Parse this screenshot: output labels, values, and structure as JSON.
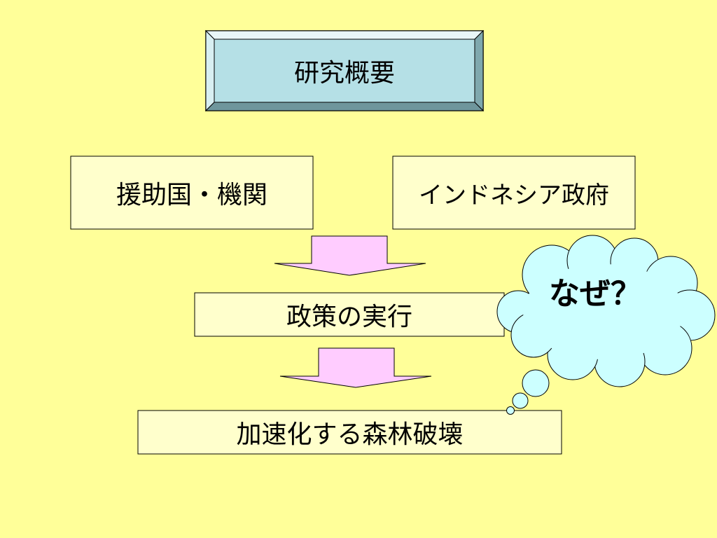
{
  "colors": {
    "background": "#ffff99",
    "box_fill": "#ffffcc",
    "title_fill": "#b5e0e6",
    "arrow_fill": "#ffccff",
    "cloud_fill": "#ccffff",
    "line": "#000000"
  },
  "title": "研究概要",
  "actors": {
    "left": "援助国・機関",
    "right": "インドネシア政府"
  },
  "steps": {
    "policy": "政策の実行",
    "result": "加速化する森林破壊"
  },
  "callout": {
    "text": "なぜ？",
    "shape": "thought-cloud"
  }
}
